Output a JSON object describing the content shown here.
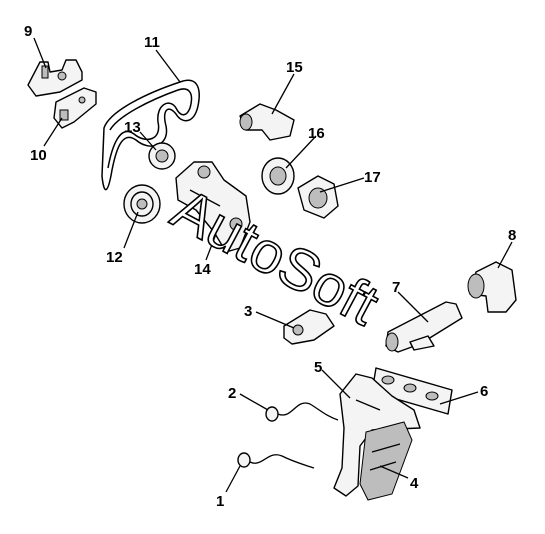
{
  "callouts": {
    "c1": "1",
    "c2": "2",
    "c3": "3",
    "c4": "4",
    "c5": "5",
    "c6": "6",
    "c7": "7",
    "c8": "8",
    "c9": "9",
    "c10": "10",
    "c11": "11",
    "c12": "12",
    "c13": "13",
    "c14": "14",
    "c15": "15",
    "c16": "16",
    "c17": "17"
  },
  "watermark": "AutoSoft"
}
